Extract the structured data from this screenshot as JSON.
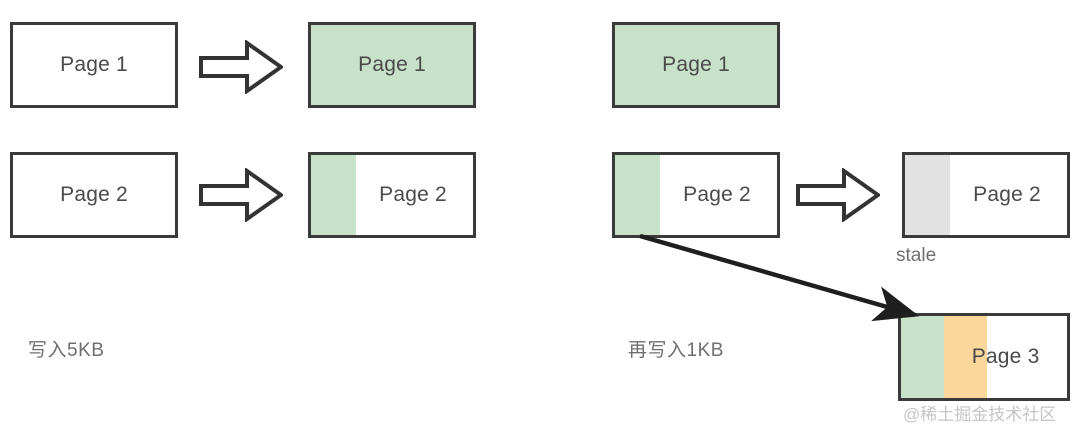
{
  "diagram": {
    "title": "Copy-on-write page write amplification",
    "colors": {
      "green_fill": "#c8e2ca",
      "orange_fill": "#fbd79b",
      "gray_fill": "#e2e2e2",
      "box_border": "#3a3a3a",
      "text": "#4a4a4a",
      "caption_text": "#6f6f6f",
      "arrow_stroke": "#333333",
      "background": "#ffffff"
    },
    "left_group": {
      "caption": "写入5KB",
      "rows": [
        {
          "source_label": "Page 1",
          "source_fill_pct": 0,
          "arrow": "block-arrow-right-icon",
          "result_label": "Page 1",
          "result_fill_pct": 100,
          "result_fill_color": "green"
        },
        {
          "source_label": "Page 2",
          "source_fill_pct": 0,
          "arrow": "block-arrow-right-icon",
          "result_label": "Page 2",
          "result_fill_pct": 28,
          "result_fill_color": "green"
        }
      ]
    },
    "right_group": {
      "caption": "再写入1KB",
      "page1_label": "Page 1",
      "page1_fill_pct": 100,
      "page2_source_label": "Page 2",
      "page2_source_fill_pct": 28,
      "arrow": "block-arrow-right-icon",
      "page2_stale_label": "Page 2",
      "page2_stale_fill_pct": 28,
      "stale_caption": "stale",
      "page3_label": "Page 3",
      "page3_green_pct": 26,
      "page3_orange_pct": 26,
      "diagonal_arrow": "diagonal-arrow-icon"
    },
    "watermark": "@稀土掘金技术社区"
  }
}
